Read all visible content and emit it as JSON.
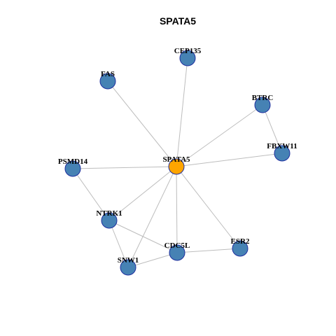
{
  "title": "SPATA5",
  "colors": {
    "hub": "#ffa500",
    "node": "#4682b4",
    "node_border": "#1f2f9f",
    "edge": "#bdbdbd"
  },
  "nodes": [
    {
      "id": "SPATA5",
      "label": "SPATA5",
      "hub": true
    },
    {
      "id": "CEP135",
      "label": "CEP135"
    },
    {
      "id": "FAS",
      "label": "FAS"
    },
    {
      "id": "BTRC",
      "label": "BTRC"
    },
    {
      "id": "FBXW11",
      "label": "FBXW11"
    },
    {
      "id": "PSMD14",
      "label": "PSMD14"
    },
    {
      "id": "NTRK1",
      "label": "NTRK1"
    },
    {
      "id": "CDC5L",
      "label": "CDC5L"
    },
    {
      "id": "ESR2",
      "label": "ESR2"
    },
    {
      "id": "SNW1",
      "label": "SNW1"
    }
  ],
  "edges": [
    [
      "SPATA5",
      "CEP135"
    ],
    [
      "SPATA5",
      "FAS"
    ],
    [
      "SPATA5",
      "BTRC"
    ],
    [
      "SPATA5",
      "FBXW11"
    ],
    [
      "SPATA5",
      "PSMD14"
    ],
    [
      "SPATA5",
      "NTRK1"
    ],
    [
      "SPATA5",
      "CDC5L"
    ],
    [
      "SPATA5",
      "ESR2"
    ],
    [
      "SPATA5",
      "SNW1"
    ],
    [
      "BTRC",
      "FBXW11"
    ],
    [
      "PSMD14",
      "NTRK1"
    ],
    [
      "NTRK1",
      "CDC5L"
    ],
    [
      "NTRK1",
      "SNW1"
    ],
    [
      "CDC5L",
      "ESR2"
    ],
    [
      "CDC5L",
      "SNW1"
    ]
  ]
}
